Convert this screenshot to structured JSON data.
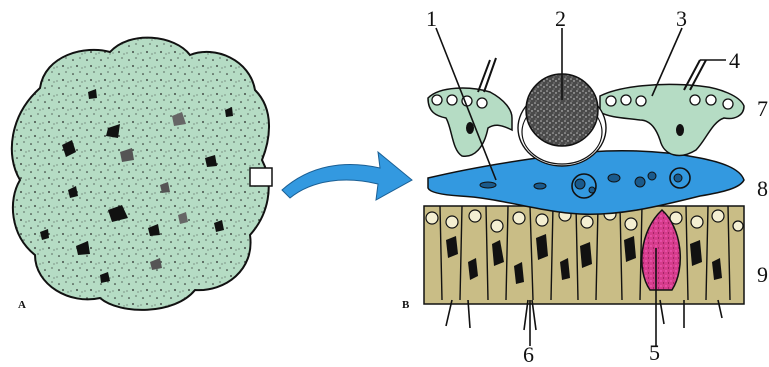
{
  "panels": {
    "a": "A",
    "b": "B"
  },
  "callouts": {
    "c1": "1",
    "c2": "2",
    "c3": "3",
    "c4": "4",
    "c5": "5",
    "c6": "6",
    "c7": "7",
    "c8": "8",
    "c9": "9"
  },
  "colors": {
    "tissue_green": "#b5dcc4",
    "vessel_blue": "#3399e0",
    "epithelium_tan": "#c9bd86",
    "goblet_pink": "#d63c8c",
    "outline": "#111111"
  }
}
